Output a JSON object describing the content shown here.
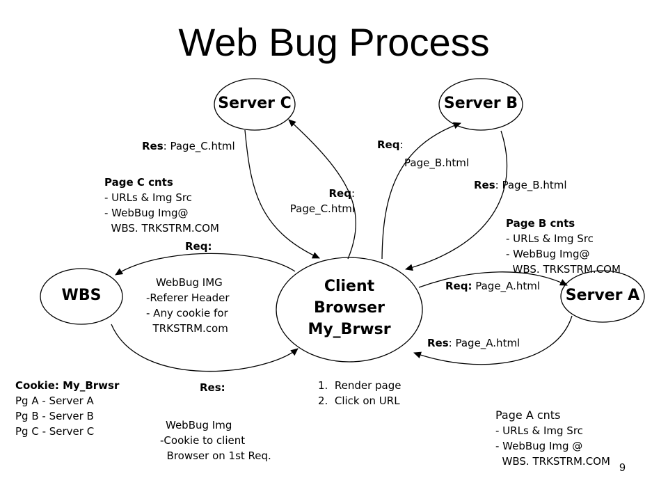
{
  "title": "Web Bug Process",
  "page_number": "9",
  "nodes": {
    "server_c": "Server C",
    "server_b": "Server B",
    "wbs": "WBS",
    "server_a": "Server A",
    "client_line1": "Client",
    "client_line2": "Browser",
    "client_line3": "My_Brwsr"
  },
  "labels": {
    "res_c_key": "Res",
    "res_c_val": ": Page_C.html",
    "page_c_title": "Page C cnts",
    "page_c_l1": "- URLs & Img Src",
    "page_c_l2": "- WebBug Img@",
    "page_c_l3": "  WBS. TRKSTRM.COM",
    "req_c_key": "Req",
    "req_c_colon": ":",
    "req_c_val": "Page_C.html",
    "req_b_key": "Req",
    "req_b_colon": ":",
    "req_b_val": "Page_B.html",
    "res_b_key": "Res",
    "res_b_val": ": Page_B.html",
    "page_b_title": "Page B cnts",
    "page_b_l1": "- URLs & Img Src",
    "page_b_l2": "- WebBug Img@",
    "page_b_l3": "  WBS. TRKSTRM.COM",
    "req_wbs_key": "Req:",
    "req_wbs_l1": "WebBug IMG",
    "req_wbs_l2": "-Referer Header",
    "req_wbs_l3": "- Any cookie for",
    "req_wbs_l4": "  TRKSTRM.com",
    "req_a_key": "Req:",
    "req_a_val": " Page_A.html",
    "res_a_key": "Res",
    "res_a_val": ": Page_A.html",
    "cookie_title": "Cookie: My_Brwsr",
    "cookie_l1": "Pg A - Server A",
    "cookie_l2": "Pg B - Server B",
    "cookie_l3": "Pg C - Server C",
    "res_wbs_key": "Res:",
    "res_wbs_l1": "WebBug Img",
    "res_wbs_l2": "-Cookie to client",
    "res_wbs_l3": "  Browser on 1st Req.",
    "steps_l1": "1.  Render page",
    "steps_l2": "2.  Click on URL",
    "page_a_title": "Page A cnts",
    "page_a_l1": "- URLs & Img Src",
    "page_a_l2": "- WebBug Img @",
    "page_a_l3": "  WBS. TRKSTRM.COM"
  }
}
